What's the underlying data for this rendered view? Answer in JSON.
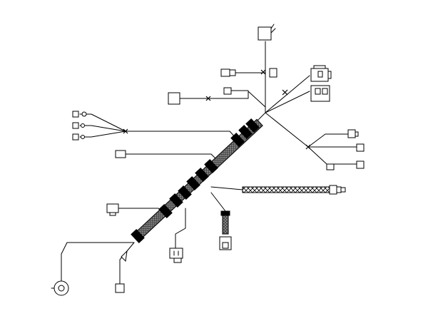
{
  "diagram": {
    "type": "wiring-harness",
    "colors": {
      "line": "#000000",
      "background": "#ffffff",
      "sheath_fill": "#7a7a7a"
    },
    "components": [
      "trunk-sheath",
      "top-module",
      "right-relay-blocks",
      "left-connector-cluster",
      "right-connector-cluster",
      "braided-branch",
      "corrugated-branch",
      "ring-terminal",
      "bottom-connectors"
    ]
  }
}
